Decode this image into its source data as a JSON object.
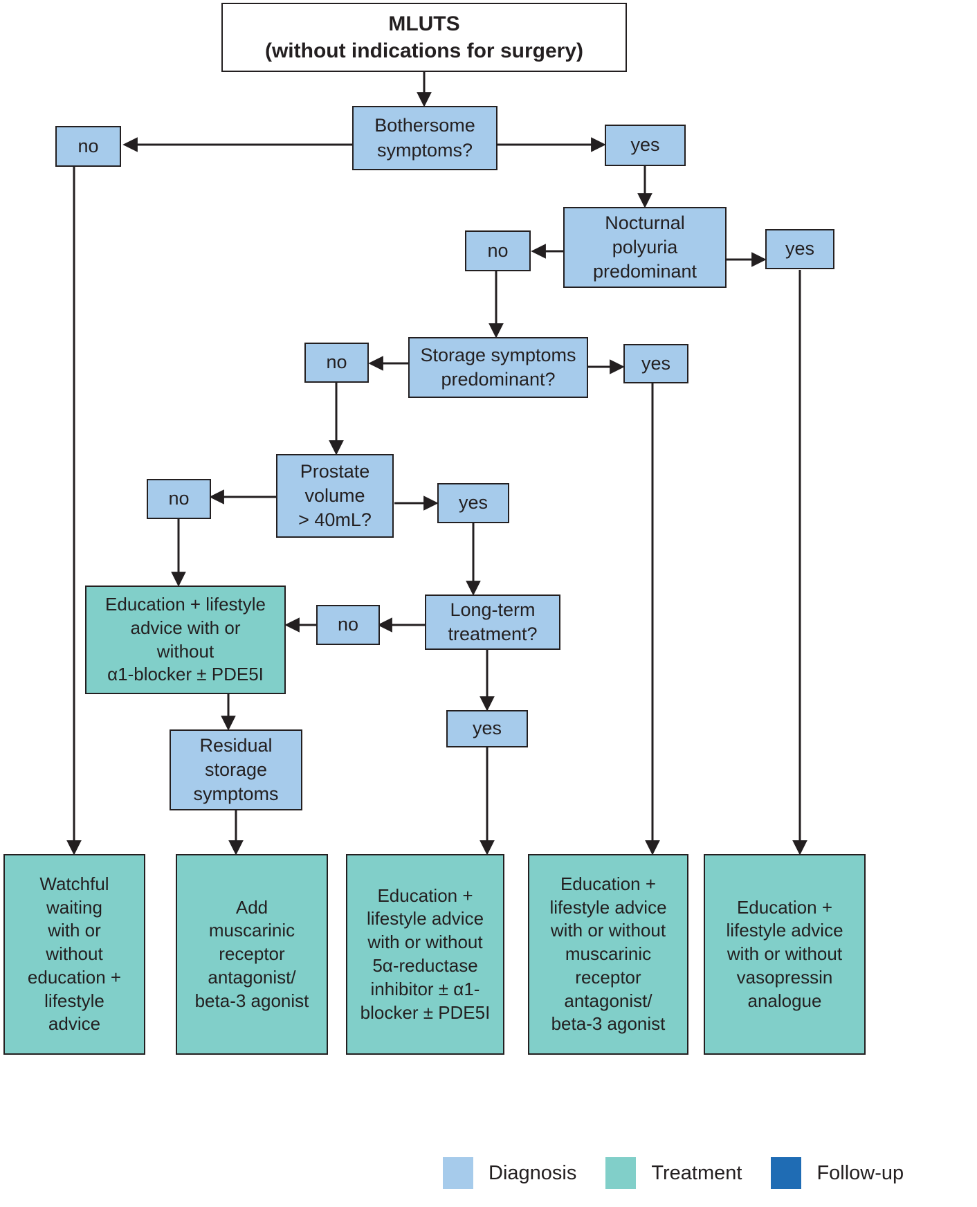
{
  "chart_data": {
    "type": "diagram",
    "title": "MLUTS management algorithm",
    "nodes": [
      {
        "id": "root",
        "label": "MLUTS\n(without indications for surgery)",
        "category": "root"
      },
      {
        "id": "bothersome",
        "label": "Bothersome\nsymptoms?",
        "category": "diagnosis"
      },
      {
        "id": "both_no",
        "label": "no",
        "category": "diagnosis"
      },
      {
        "id": "both_yes",
        "label": "yes",
        "category": "diagnosis"
      },
      {
        "id": "nocturnal",
        "label": "Nocturnal\npolyuria\npredominant",
        "category": "diagnosis"
      },
      {
        "id": "noct_no",
        "label": "no",
        "category": "diagnosis"
      },
      {
        "id": "noct_yes",
        "label": "yes",
        "category": "diagnosis"
      },
      {
        "id": "storage",
        "label": "Storage symptoms\npredominant?",
        "category": "diagnosis"
      },
      {
        "id": "stor_no",
        "label": "no",
        "category": "diagnosis"
      },
      {
        "id": "stor_yes",
        "label": "yes",
        "category": "diagnosis"
      },
      {
        "id": "prostate",
        "label": "Prostate\nvolume\n> 40mL?",
        "category": "diagnosis"
      },
      {
        "id": "pros_no",
        "label": "no",
        "category": "diagnosis"
      },
      {
        "id": "pros_yes",
        "label": "yes",
        "category": "diagnosis"
      },
      {
        "id": "longterm",
        "label": "Long-term\ntreatment?",
        "category": "diagnosis"
      },
      {
        "id": "lt_no",
        "label": "no",
        "category": "diagnosis"
      },
      {
        "id": "lt_yes",
        "label": "yes",
        "category": "diagnosis"
      },
      {
        "id": "edu_alpha",
        "label": "Education + lifestyle\nadvice with or\nwithout\nα1-blocker ± PDE5I",
        "category": "treatment"
      },
      {
        "id": "residual",
        "label": "Residual\nstorage\nsymptoms",
        "category": "diagnosis"
      },
      {
        "id": "watchful",
        "label": "Watchful\nwaiting\nwith or\nwithout\neducation +\nlifestyle\nadvice",
        "category": "treatment"
      },
      {
        "id": "add_musc",
        "label": "Add\nmuscarinic\nreceptor\nantagonist/\nbeta-3 agonist",
        "category": "treatment"
      },
      {
        "id": "edu_5ar",
        "label": "Education +\nlifestyle advice\nwith or without\n5α-reductase\ninhibitor ± α1-\nblocker ± PDE5I",
        "category": "treatment"
      },
      {
        "id": "edu_musc",
        "label": "Education +\nlifestyle advice\nwith or without\nmuscarinic\nreceptor\nantagonist/\nbeta-3 agonist",
        "category": "treatment"
      },
      {
        "id": "edu_vaso",
        "label": "Education +\nlifestyle advice\nwith or without\nvasopressin\nanalogue",
        "category": "treatment"
      }
    ],
    "edges": [
      {
        "from": "root",
        "to": "bothersome"
      },
      {
        "from": "bothersome",
        "to": "both_no"
      },
      {
        "from": "bothersome",
        "to": "both_yes"
      },
      {
        "from": "both_no",
        "to": "watchful"
      },
      {
        "from": "both_yes",
        "to": "nocturnal"
      },
      {
        "from": "nocturnal",
        "to": "noct_no"
      },
      {
        "from": "nocturnal",
        "to": "noct_yes"
      },
      {
        "from": "noct_yes",
        "to": "edu_vaso"
      },
      {
        "from": "noct_no",
        "to": "storage"
      },
      {
        "from": "storage",
        "to": "stor_no"
      },
      {
        "from": "storage",
        "to": "stor_yes"
      },
      {
        "from": "stor_yes",
        "to": "edu_musc"
      },
      {
        "from": "stor_no",
        "to": "prostate"
      },
      {
        "from": "prostate",
        "to": "pros_no"
      },
      {
        "from": "prostate",
        "to": "pros_yes"
      },
      {
        "from": "pros_no",
        "to": "edu_alpha"
      },
      {
        "from": "pros_yes",
        "to": "longterm"
      },
      {
        "from": "longterm",
        "to": "lt_no"
      },
      {
        "from": "longterm",
        "to": "lt_yes"
      },
      {
        "from": "lt_no",
        "to": "edu_alpha"
      },
      {
        "from": "lt_yes",
        "to": "edu_5ar"
      },
      {
        "from": "edu_alpha",
        "to": "residual"
      },
      {
        "from": "residual",
        "to": "add_musc"
      }
    ]
  },
  "diagram": {
    "root": {
      "line1": "MLUTS",
      "line2": "(without indications for surgery)"
    },
    "bothersome": "Bothersome\nsymptoms?",
    "both_no": "no",
    "both_yes": "yes",
    "nocturnal": "Nocturnal\npolyuria\npredominant",
    "noct_no": "no",
    "noct_yes": "yes",
    "storage": "Storage symptoms\npredominant?",
    "stor_no": "no",
    "stor_yes": "yes",
    "prostate": "Prostate\nvolume\n> 40mL?",
    "pros_no": "no",
    "pros_yes": "yes",
    "longterm": "Long-term\ntreatment?",
    "lt_no": "no",
    "lt_yes": "yes",
    "edu_alpha": "Education + lifestyle\nadvice with or\nwithout\nα1-blocker ± PDE5I",
    "residual": "Residual\nstorage\nsymptoms",
    "watchful": "Watchful\nwaiting\nwith or\nwithout\neducation +\nlifestyle\nadvice",
    "add_musc": "Add\nmuscarinic\nreceptor\nantagonist/\nbeta-3 agonist",
    "edu_5ar": "Education +\nlifestyle advice\nwith or without\n5α-reductase\ninhibitor ± α1-\nblocker ± PDE5I",
    "edu_musc": "Education +\nlifestyle advice\nwith or without\nmuscarinic\nreceptor\nantagonist/\nbeta-3 agonist",
    "edu_vaso": "Education +\nlifestyle advice\nwith or without\nvasopressin\nanalogue"
  },
  "legend": {
    "items": [
      {
        "label": "Diagnosis",
        "color": "#a6cbeb"
      },
      {
        "label": "Treatment",
        "color": "#81cfc9"
      },
      {
        "label": "Follow-up",
        "color": "#1f6cb4"
      }
    ]
  },
  "colors": {
    "diagnosis": "#a6cbeb",
    "treatment": "#81cfc9",
    "followup": "#1f6cb4",
    "stroke": "#231f20",
    "background": "#ffffff"
  }
}
